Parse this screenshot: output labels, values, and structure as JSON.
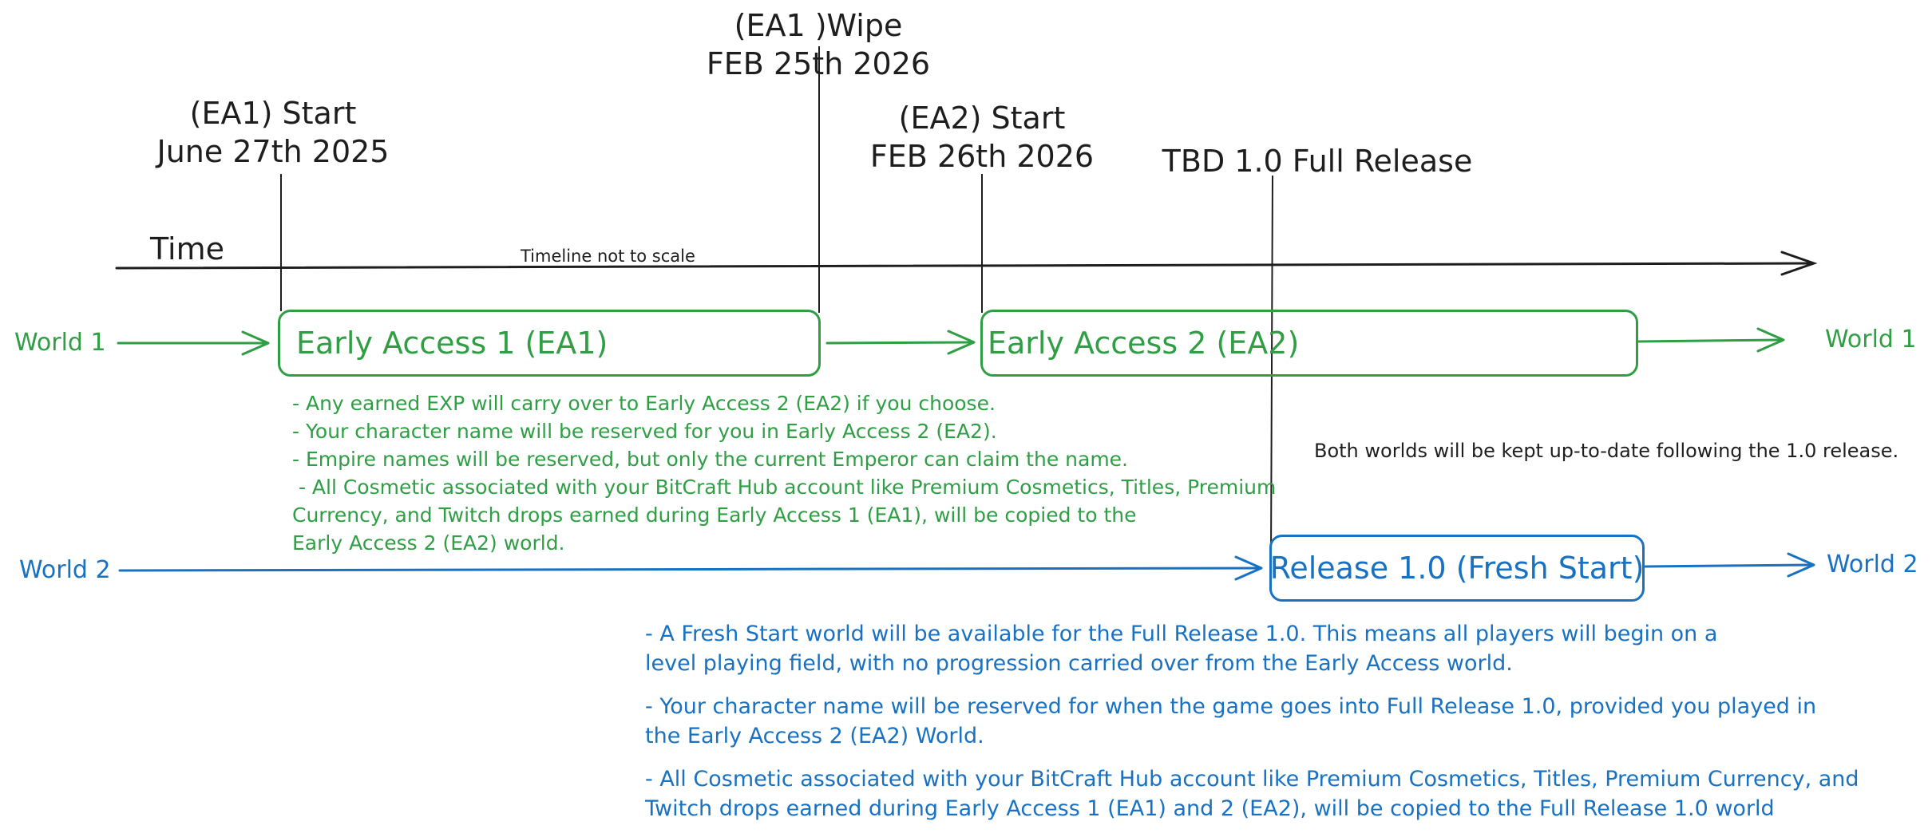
{
  "milestones": {
    "ea1_start": {
      "label": "(EA1) Start",
      "date": "June 27th 2025"
    },
    "ea1_wipe": {
      "label": "(EA1 )Wipe",
      "date": "FEB 25th 2026"
    },
    "ea2_start": {
      "label": "(EA2) Start",
      "date": "FEB 26th 2026"
    },
    "full_release": {
      "label": "TBD 1.0 Full Release"
    }
  },
  "timeline": {
    "label": "Time",
    "note": "Timeline not to scale"
  },
  "worlds": {
    "world1": "World 1",
    "world2": "World 2"
  },
  "boxes": {
    "ea1": "Early Access 1 (EA1)",
    "ea2": "Early Access 2 (EA2)",
    "release": "Release 1.0 (Fresh Start)"
  },
  "ea1_notes": [
    "- Any earned EXP will carry over to Early Access 2 (EA2) if you choose.",
    "- Your character name will be reserved for you in Early Access 2 (EA2).",
    "- Empire names will be reserved, but only the current Emperor can claim the name.",
    " - All Cosmetic associated with your BitCraft Hub account like Premium Cosmetics, Titles, Premium",
    "Currency, and Twitch drops earned during Early Access 1 (EA1), will be copied to the",
    "Early Access 2 (EA2) world."
  ],
  "both_worlds_note": "Both worlds will be kept up-to-date following the 1.0 release.",
  "release_notes": [
    "- A Fresh Start world will be available for the Full Release 1.0. This means all players will begin on a level playing field, with no progression carried over from the Early Access world.",
    "- Your character name will be reserved for when the game goes into Full Release 1.0, provided you played in the Early Access 2 (EA2) World.",
    "- All Cosmetic associated with your BitCraft Hub account like Premium Cosmetics, Titles, Premium Currency, and Twitch drops earned during Early Access 1 (EA1) and 2 (EA2), will be copied to the Full Release 1.0 world"
  ],
  "colors": {
    "green": "#2f9e44",
    "blue": "#1971c2",
    "ink": "#1e1e1e"
  }
}
